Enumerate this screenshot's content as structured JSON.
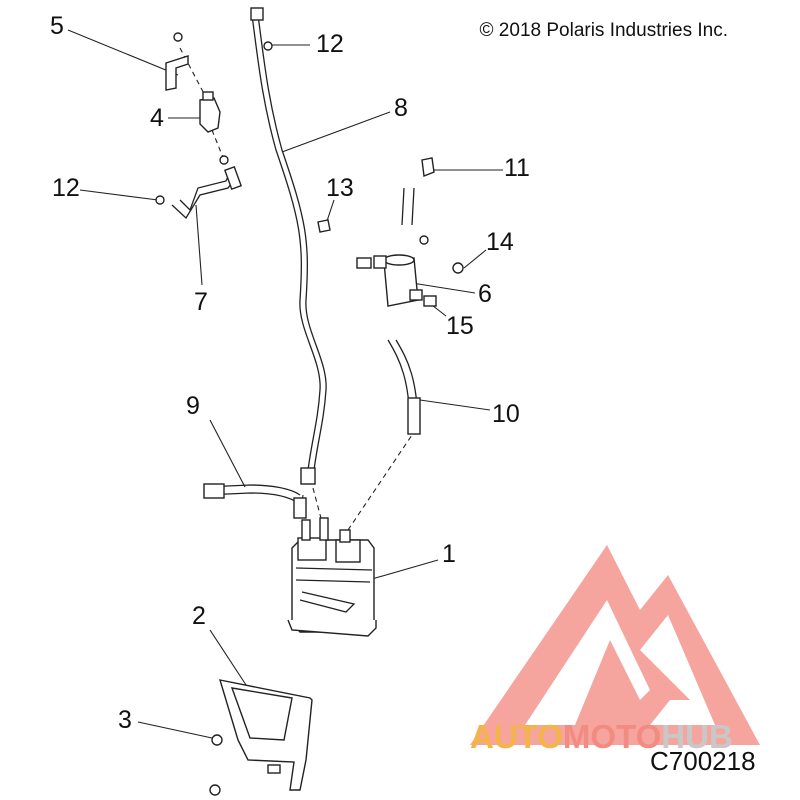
{
  "copyright": "© 2018 Polaris Industries Inc.",
  "part_code": "C700218",
  "watermark": {
    "auto": "AUTO",
    "moto": "MOTO",
    "hub": "HUB",
    "colors": {
      "auto": "#f3b44a",
      "moto": "#f28b82",
      "hub": "#c8c8c8",
      "logo": "#f05a4f"
    }
  },
  "callouts": {
    "c1": "1",
    "c2": "2",
    "c3": "3",
    "c4": "4",
    "c5": "5",
    "c6": "6",
    "c7": "7",
    "c8": "8",
    "c9": "9",
    "c10": "10",
    "c11": "11",
    "c12a": "12",
    "c12b": "12",
    "c13": "13",
    "c14": "14",
    "c15": "15"
  }
}
